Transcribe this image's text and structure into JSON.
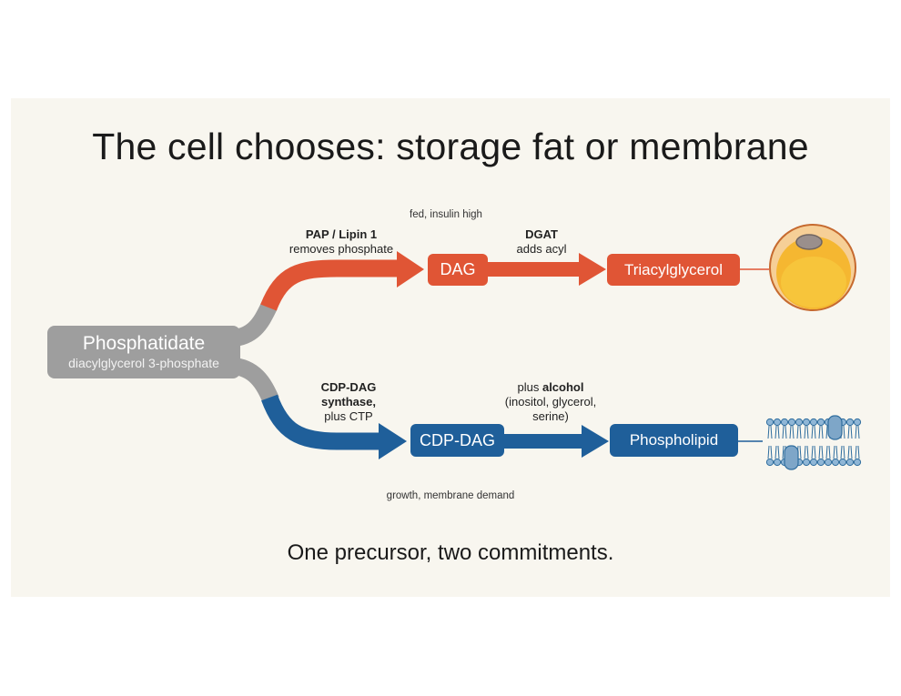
{
  "title": "The cell chooses: storage fat or membrane",
  "subtitle": "One precursor, two commitments.",
  "colors": {
    "storage": "#e05535",
    "membrane": "#1f5f9a",
    "precursor": "#9e9e9e",
    "background": "#f8f6ef"
  },
  "nodes": {
    "phosphatidate": {
      "label": "Phosphatidate",
      "sublabel": "diacylglycerol 3-phosphate"
    },
    "dag": {
      "label": "DAG"
    },
    "tag": {
      "label": "Triacylglycerol"
    },
    "cdp_dag": {
      "label": "CDP-DAG"
    },
    "phospholipid": {
      "label": "Phospholipid"
    }
  },
  "storage_branch": {
    "condition": "fed, insulin high",
    "step1_enzyme": "PAP / Lipin 1",
    "step1_action": "removes phosphate",
    "step2_enzyme": "DGAT",
    "step2_action": "adds acyl"
  },
  "membrane_branch": {
    "condition": "growth, membrane demand",
    "step1_enzyme_line1": "CDP-DAG",
    "step1_enzyme_line2": "synthase,",
    "step1_action": "plus CTP",
    "step2_prefix": "plus ",
    "step2_bold": "alcohol",
    "step2_detail_line1": "(inositol, glycerol,",
    "step2_detail_line2": "serine)"
  },
  "icons": {
    "storage_end": "lipid-droplet-icon",
    "membrane_end": "lipid-bilayer-icon"
  }
}
